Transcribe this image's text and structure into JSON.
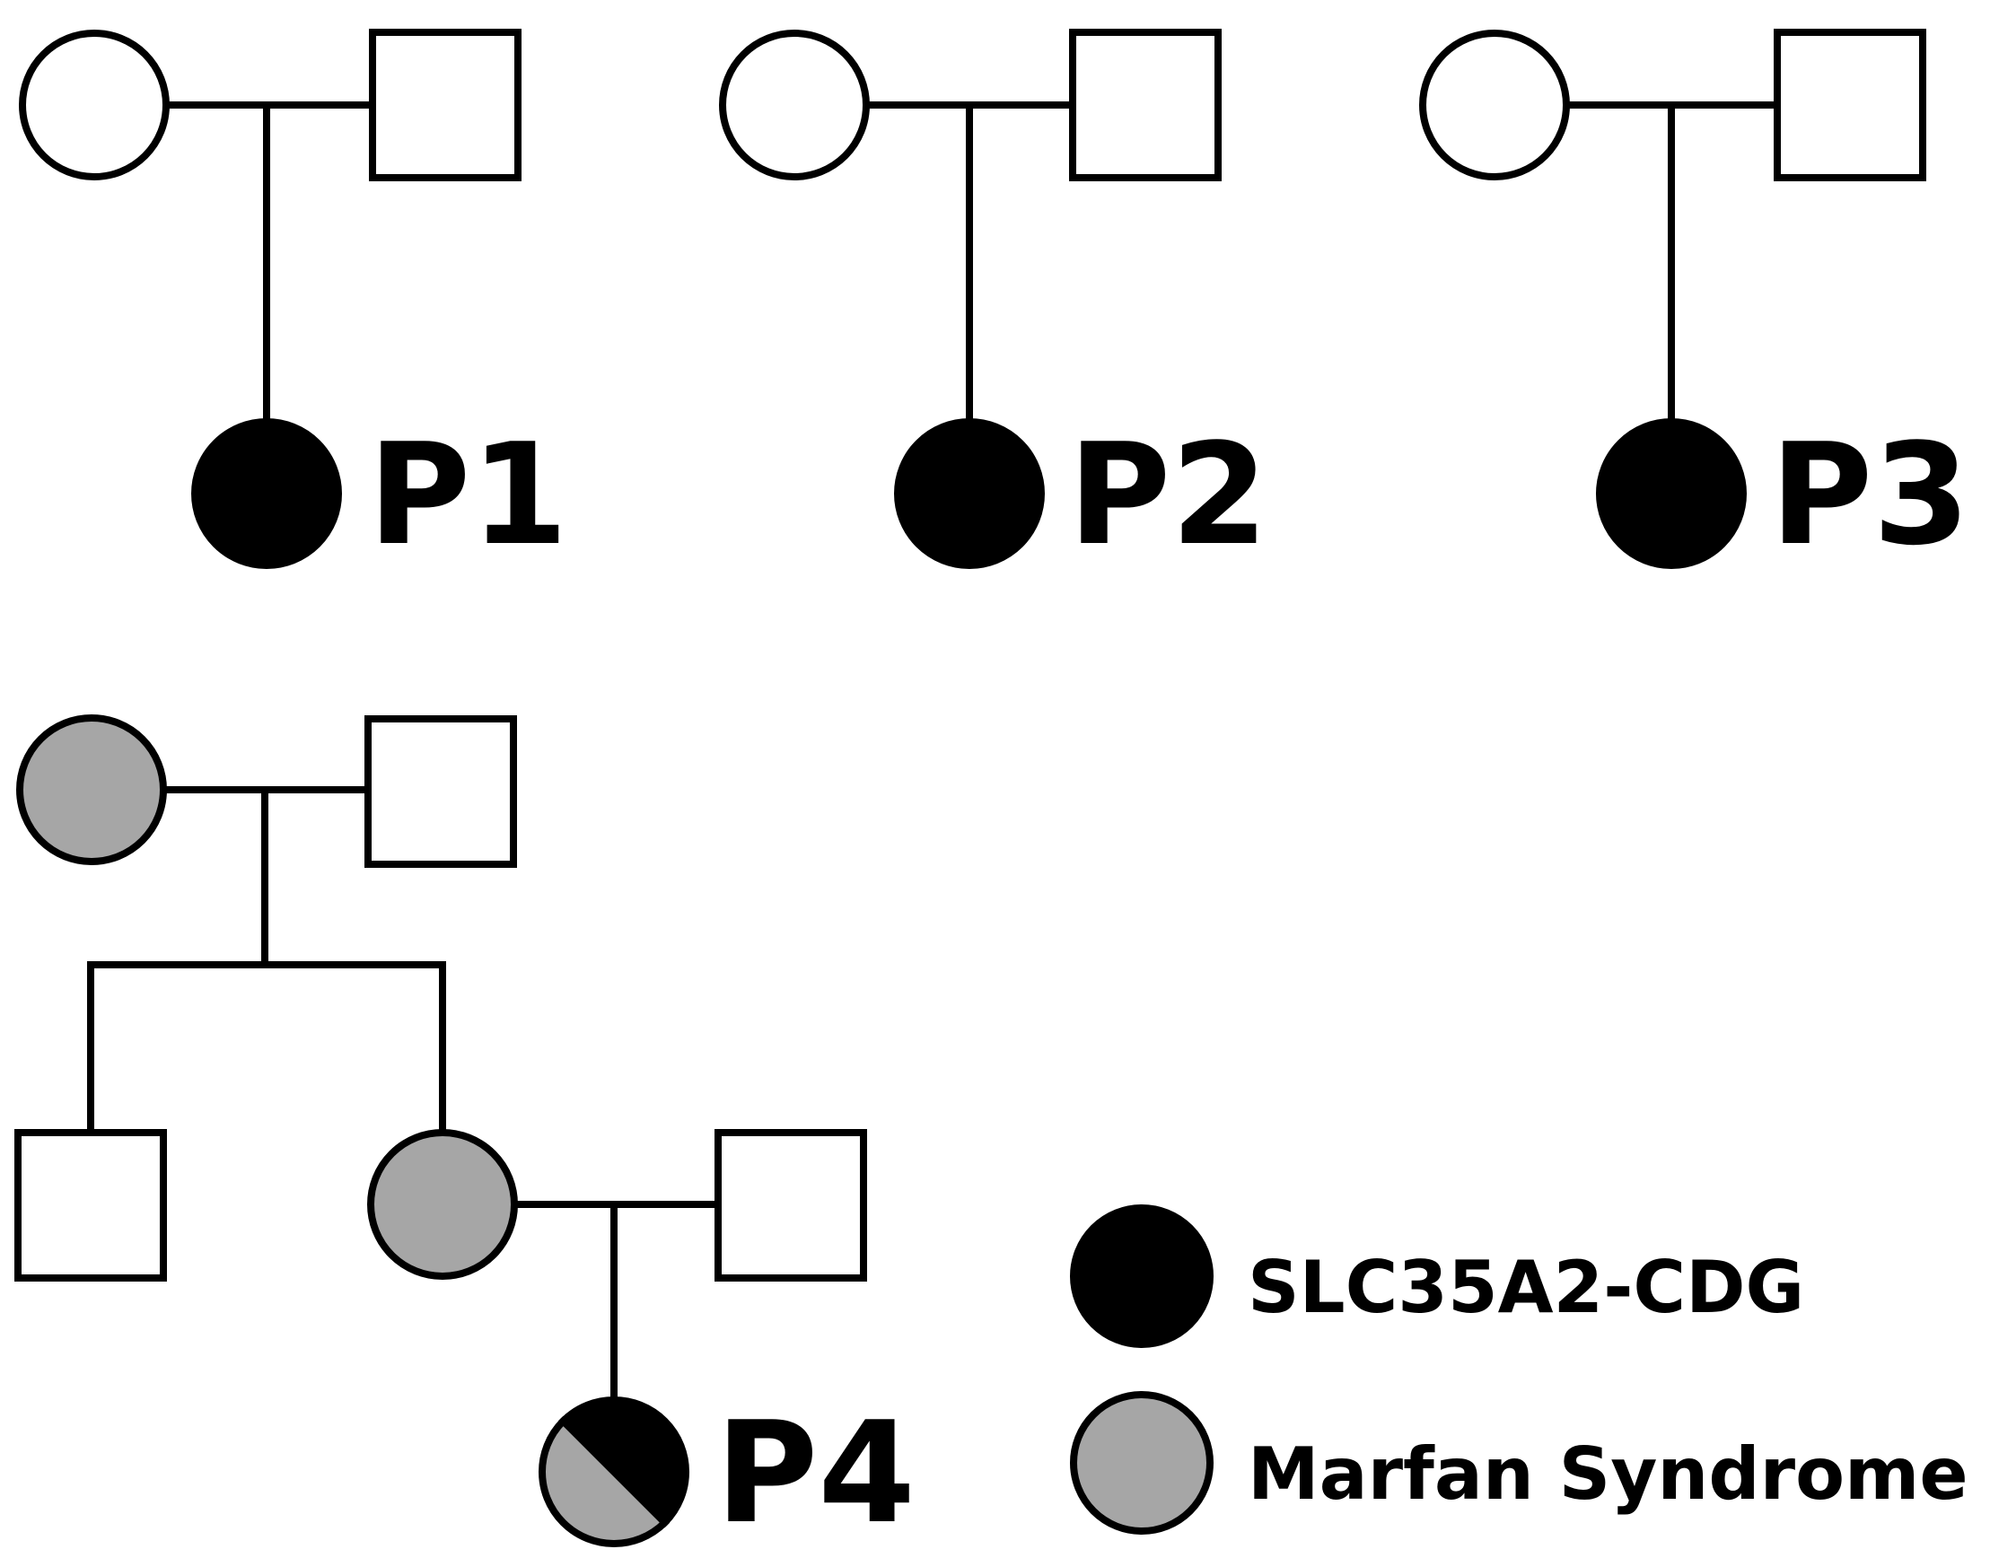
{
  "colors": {
    "affected_slc35a2": "#000000",
    "affected_marfan": "#a6a6a6",
    "unaffected": "#ffffff",
    "line": "#000000"
  },
  "probands": {
    "p1": "P1",
    "p2": "P2",
    "p3": "P3",
    "p4": "P4"
  },
  "legend": {
    "slc35a2": "SLC35A2-CDG",
    "marfan": "Marfan Syndrome"
  }
}
